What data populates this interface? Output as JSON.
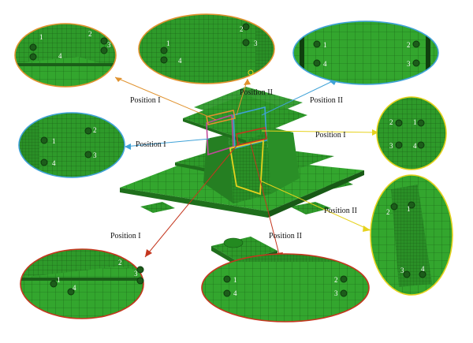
{
  "colors": {
    "mesh_fill": "#2e9a2a",
    "mesh_dark": "#1f6f1c",
    "mesh_line": "#155214",
    "callout_orange": "#e0922e",
    "callout_blue": "#3fa2d8",
    "callout_yellow": "#e6d21d",
    "callout_red": "#c4361e",
    "callout_magenta": "#c04a9a",
    "background": "#ffffff"
  },
  "labels": {
    "top_left": "Position I",
    "top_center": "Position II",
    "top_right": "Position II",
    "mid_left": "Position I",
    "mid_right": "Position I",
    "right_lower": "Position II",
    "bottom_left": "Position I",
    "bottom_center": "Position II"
  },
  "bolt_numbers": {
    "orange_left": [
      "1",
      "2",
      "3",
      "4"
    ],
    "orange_mid": [
      "1",
      "2",
      "3",
      "4"
    ],
    "blue_top": [
      "1",
      "2",
      "3",
      "4"
    ],
    "blue_left": [
      "1",
      "2",
      "3",
      "4"
    ],
    "yellow_right": [
      "1",
      "2",
      "3",
      "4"
    ],
    "yellow_lower": [
      "1",
      "2",
      "3",
      "4"
    ],
    "red_left": [
      "1",
      "2",
      "3",
      "4"
    ],
    "red_center": [
      "1",
      "2",
      "3",
      "4"
    ]
  }
}
